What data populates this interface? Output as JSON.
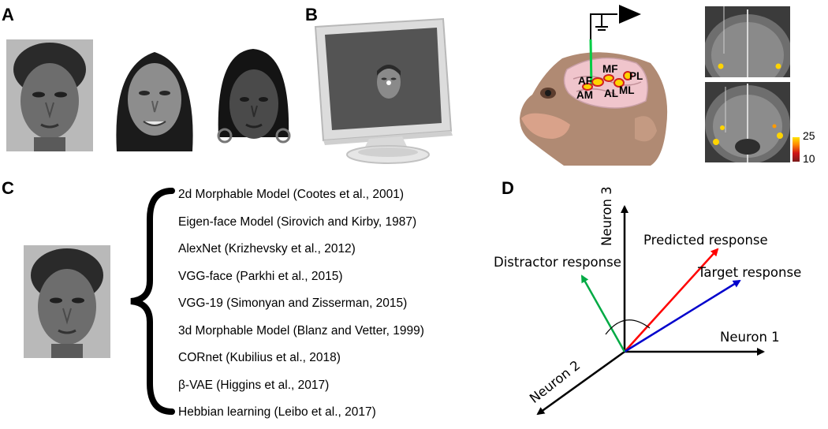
{
  "panels": {
    "a": "A",
    "b": "B",
    "c": "C",
    "d": "D"
  },
  "brain_patches": {
    "af": "AF",
    "am": "AM",
    "al": "AL",
    "mf": "MF",
    "ml": "ML",
    "pl": "PL"
  },
  "colorbar": {
    "max": "25",
    "min": "10",
    "colors": [
      "#ffe400",
      "#ff8a00",
      "#d01515",
      "#7a1a1a"
    ]
  },
  "models": [
    "2d Morphable Model (Cootes et al., 2001)",
    "Eigen-face Model (Sirovich and Kirby, 1987)",
    "AlexNet (Krizhevsky et al., 2012)",
    "VGG-face (Parkhi et al., 2015)",
    "VGG-19 (Simonyan and Zisserman, 2015)",
    "3d Morphable Model (Blanz and Vetter, 1999)",
    "CORnet (Kubilius et al., 2018)",
    "β-VAE (Higgins et al., 2017)",
    "Hebbian learning (Leibo et al., 2017)"
  ],
  "vector_diagram": {
    "neuron1": "Neuron 1",
    "neuron2": "Neuron 2",
    "neuron3": "Neuron 3",
    "predicted": "Predicted response",
    "target": "Target response",
    "distractor": "Distractor response",
    "colors": {
      "predicted": "#ff0000",
      "target": "#0000cc",
      "distractor": "#00aa44",
      "axes": "#000000"
    }
  }
}
